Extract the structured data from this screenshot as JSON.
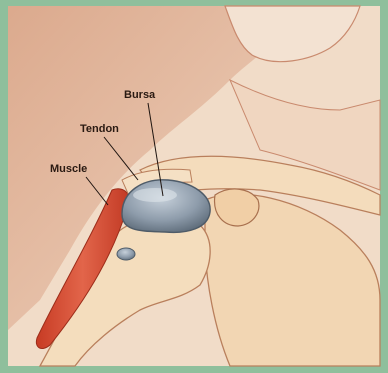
{
  "labels": {
    "bursa": "Bursa",
    "tendon": "Tendon",
    "muscle": "Muscle"
  },
  "colors": {
    "border": "#8fbf9c",
    "paper": "#f3e4d2",
    "skin": "#e8b89b",
    "skin_shadow": "#d99a7c",
    "muscle": "#d9543a",
    "bone": "#f2d7b0",
    "bursa": "#8fa0b0",
    "label_text": "#2a1a12"
  }
}
